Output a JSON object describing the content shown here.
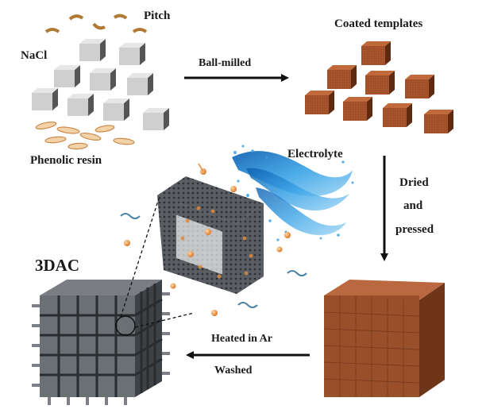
{
  "labels": {
    "pitch": "Pitch",
    "nacl": "NaCl",
    "phenolic_resin": "Phenolic resin",
    "ball_milled": "Ball-milled",
    "coated_templates": "Coated templates",
    "electrolyte": "Electrolyte",
    "dried": "Dried",
    "and": "and",
    "pressed": "pressed",
    "product": "3DAC",
    "heated_in_ar": "Heated in Ar",
    "washed": "Washed"
  },
  "colors": {
    "nacl_cube": "#c9c9c9",
    "coated_cube": "#a8552d",
    "pressed_block": "#9a4f2b",
    "carbon_framework": "#565b60",
    "ion": "#e08a3c",
    "electrolyte": "#2c8fd6",
    "arrow": "#111111"
  },
  "icons": [
    "nacl-cube",
    "pitch-flake",
    "phenolic-resin-ellipse",
    "coated-template-cube",
    "electrolyte-splash",
    "carbon-framework-cube",
    "ion-sphere",
    "pressed-block",
    "3dac-cube"
  ]
}
